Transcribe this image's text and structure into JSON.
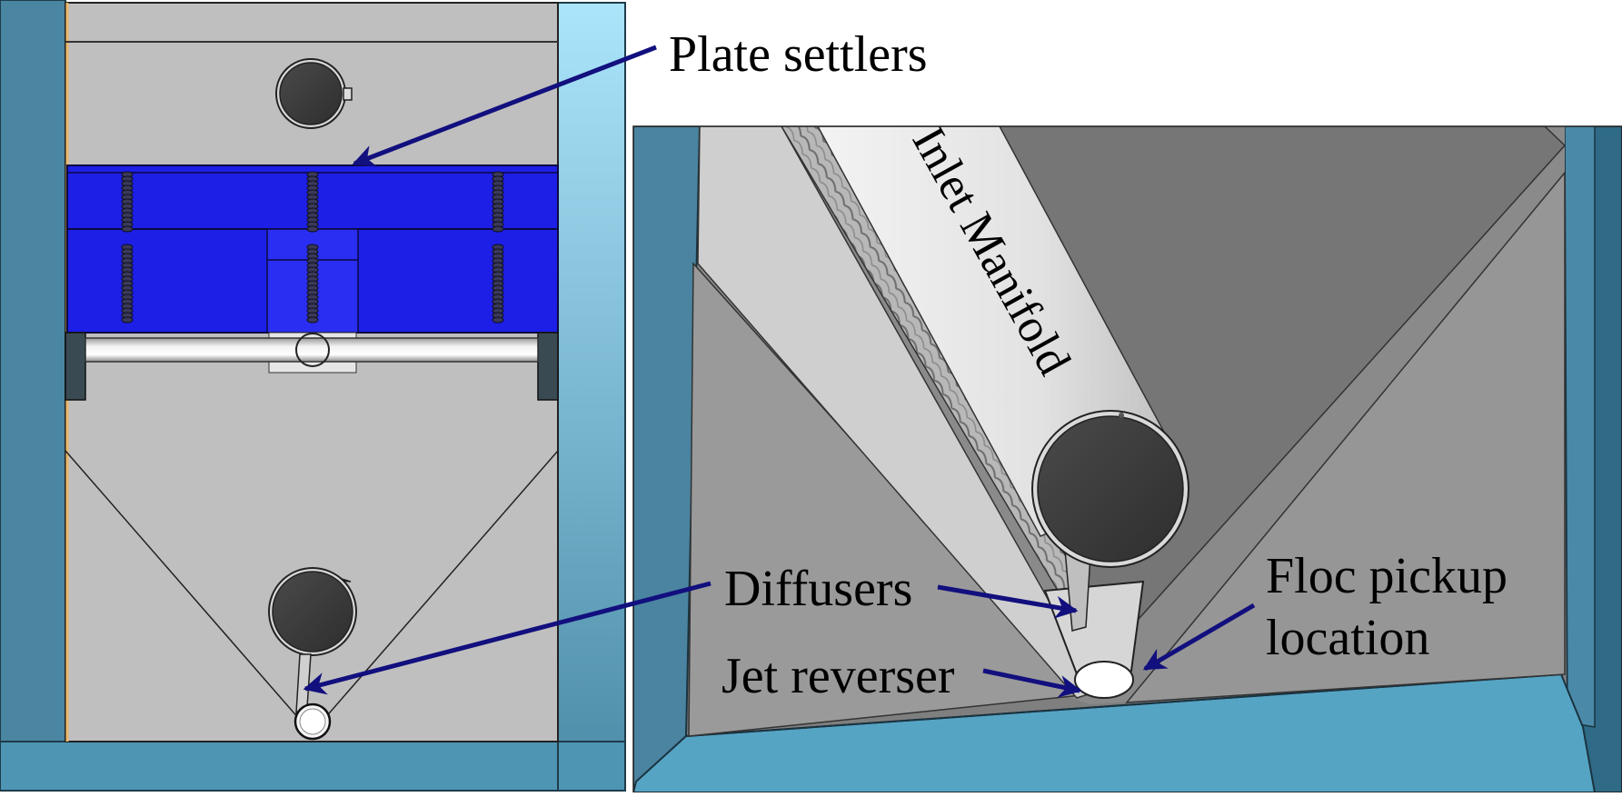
{
  "labels": {
    "plate_settlers": "Plate settlers",
    "diffusers": "Diffusers",
    "jet_reverser": "Jet reverser",
    "floc_pickup_line1": "Floc pickup",
    "floc_pickup_line2": "location",
    "inlet_manifold": "Inlet Manifold"
  },
  "colors": {
    "tank_wall": "#4a86a2",
    "tank_wall_light": "#a6e0f8",
    "tank_floor": "#4e95b4",
    "interior_grey": "#bfbfbf",
    "plate_settler_blue": "#1d1fe6",
    "pipe_dark": "#3c3c3c",
    "arrow": "#120f7e"
  },
  "icons": {
    "arrow": "arrow-icon"
  }
}
